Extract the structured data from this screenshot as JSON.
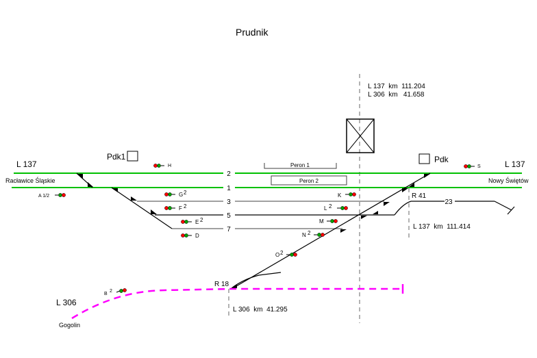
{
  "title": "Prudnik",
  "colors": {
    "main_track": "#00c000",
    "side_track": "#808080",
    "track_black": "#000000",
    "l306_track": "#ff00ff",
    "signal_red": "#ff0000",
    "signal_green": "#00a000",
    "axis_dash": "#808080"
  },
  "lines": {
    "left_line": "L 137",
    "right_line": "L 137",
    "l306": "L 306"
  },
  "destinations": {
    "left": "Racławice Śląskie",
    "right": "Nowy Świętów",
    "l306": "Gogolin"
  },
  "posts": {
    "left": "Pdk1",
    "right": "Pdk"
  },
  "platforms": [
    "Peron 1",
    "Peron 2"
  ],
  "tracks": [
    "2",
    "1",
    "3",
    "5",
    "7",
    "23"
  ],
  "switches": [
    "R 41",
    "R 18"
  ],
  "km_markers": {
    "station_axis_l137": "L 137  km  111.204",
    "station_axis_l306": "L 306  km   41.658",
    "r41": "L 137  km  111.414",
    "r18": "L 306  km  41.295"
  },
  "signals": [
    {
      "name": "H",
      "sup": ""
    },
    {
      "name": "A 1/2",
      "sup": ""
    },
    {
      "name": "G",
      "sup": "2"
    },
    {
      "name": "F",
      "sup": "2"
    },
    {
      "name": "E",
      "sup": "2"
    },
    {
      "name": "D",
      "sup": ""
    },
    {
      "name": "K",
      "sup": ""
    },
    {
      "name": "L",
      "sup": "2"
    },
    {
      "name": "M",
      "sup": ""
    },
    {
      "name": "N",
      "sup": "2"
    },
    {
      "name": "O",
      "sup": "2"
    },
    {
      "name": "B",
      "sup": "2"
    },
    {
      "name": "S",
      "sup": ""
    }
  ]
}
